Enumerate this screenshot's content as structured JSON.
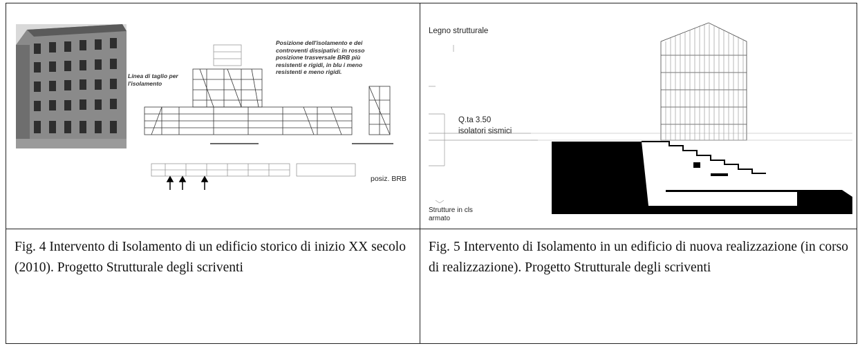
{
  "fig4": {
    "caption": "Fig. 4 Intervento di Isolamento di un edificio storico di inizio XX secolo (2010). Progetto Strutturale degli scriventi",
    "labels": {
      "cut_line": "Linea di taglio per l'isolamento",
      "position_note": "Posizione dell'isolamento e dei controventi dissipativi: in rosso posizione trasversale BRB più resistenti e rigidi, in blu i meno resistenti e meno rigidi.",
      "brb_position": "posiz. BRB"
    }
  },
  "fig5": {
    "caption": "Fig. 5 Intervento di Isolamento in un edificio di nuova realizzazione (in corso di realizzazione). Progetto Strutturale degli scriventi",
    "labels": {
      "structural_wood": "Legno strutturale",
      "elevation": "Q.ta 3.50",
      "seismic_isolators": "isolatori sismici",
      "concrete_structures": "Strutture in cls armato"
    }
  }
}
